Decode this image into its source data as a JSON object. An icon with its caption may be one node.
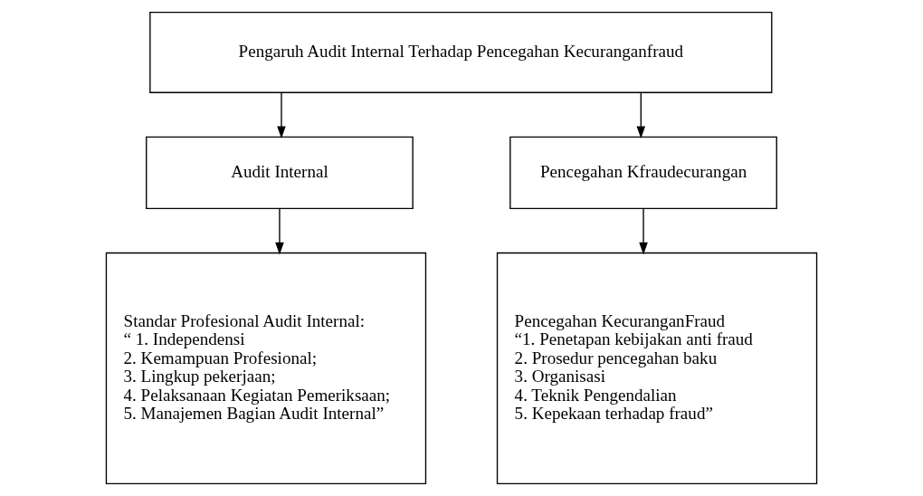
{
  "diagram": {
    "nodes": [
      {
        "text": [
          "Pengaruh Audit Internal Terhadap Pencegahan Kecuranganfraud"
        ]
      },
      {
        "text": [
          "Audit Internal"
        ]
      },
      {
        "text": [
          "Pencegahan Kfraudecurangan"
        ]
      },
      {
        "text": [
          "Standar Profesional Audit Internal:",
          "“ 1. Independensi",
          "2. Kemampuan Profesional;",
          "3. Lingkup pekerjaan;",
          "4. Pelaksanaan Kegiatan Pemeriksaan;",
          "5. Manajemen Bagian Audit Internal”"
        ]
      },
      {
        "text": [
          "Pencegahan KecuranganFraud",
          "“1. Penetapan kebijakan anti fraud",
          "2. Prosedur pencegahan baku",
          "3. Organisasi",
          "4. Teknik Pengendalian",
          "5. Kepekaan terhadap fraud”"
        ]
      }
    ],
    "edges": [
      {
        "from": 0,
        "to": 1,
        "arrow": "to"
      },
      {
        "from": 0,
        "to": 2,
        "arrow": "to"
      },
      {
        "from": 1,
        "to": 3,
        "arrow": "to"
      },
      {
        "from": 2,
        "to": 4,
        "arrow": "to"
      }
    ]
  }
}
